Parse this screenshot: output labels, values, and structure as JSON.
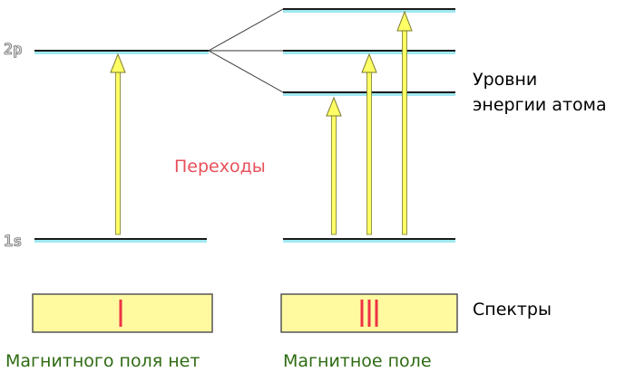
{
  "levels": {
    "upper": "2p",
    "lower": "1s"
  },
  "labels": {
    "energy_levels_line1": "Уровни",
    "energy_levels_line2": "энергии атома",
    "transitions": "Переходы",
    "spectra": "Спектры",
    "no_field": "Магнитного поля нет",
    "field": "Магнитное поле"
  },
  "colors": {
    "level_line": "#1a1a1a",
    "level_glow": "#9fe8f0",
    "arrow_fill": "#ffff66",
    "arrow_stroke": "#7a7a2a",
    "spectrum_fill": "#fffaa0",
    "spectral_line": "#ee3344",
    "text_red": "#e8505a",
    "text_green": "#2e6b12"
  }
}
